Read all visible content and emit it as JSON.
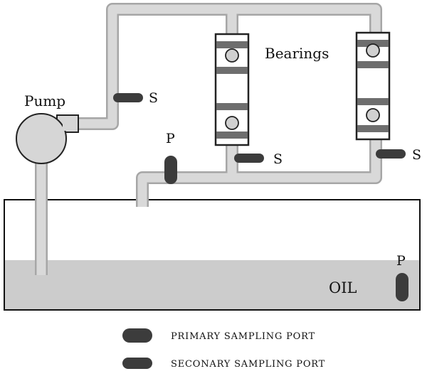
{
  "labels": {
    "bearings": "Bearings",
    "pump": "Pump",
    "oil": "OIL",
    "primary_marker": "P",
    "secondary_marker": "S"
  },
  "legend": {
    "primary": "PRIMARY SAMPLING PORT",
    "secondary": "SECONARY SAMPLING PORT"
  },
  "colors": {
    "pipe_fill": "#d9d9d9",
    "pipe_edge": "#a6a6a6",
    "oil": "#cccccc",
    "port": "#3c3c3c",
    "bearing_band": "#6e6e6e",
    "pump_fill": "#d6d6d6"
  }
}
